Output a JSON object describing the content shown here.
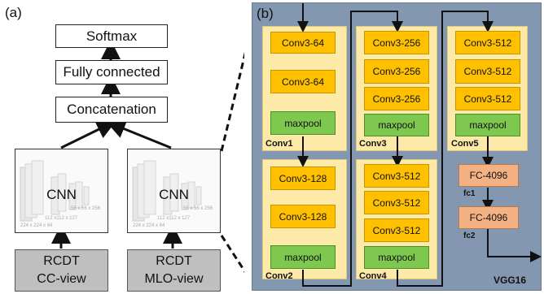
{
  "panel_a": {
    "label": "(a)",
    "softmax": "Softmax",
    "fully_connected": "Fully connected",
    "concatenation": "Concatenation",
    "cnn_left": "CNN",
    "cnn_right": "CNN",
    "left_dims": {
      "d1": "224 x 224 x 64",
      "d2": "112 x112 x 127",
      "d3": "56 x 56 x 256"
    },
    "right_dims": {
      "d1": "224 x 224 x 64",
      "d2": "112 x112 x 127",
      "d3": "56 x 56 x 256"
    },
    "input_left": {
      "line1": "RCDT",
      "line2": "CC-view"
    },
    "input_right": {
      "line1": "RCDT",
      "line2": "MLO-view"
    }
  },
  "panel_b": {
    "label": "(b)",
    "title": "VGG16",
    "groups": {
      "conv1": {
        "name": "Conv1",
        "blocks": [
          "Conv3-64",
          "Conv3-64",
          "maxpool"
        ]
      },
      "conv2": {
        "name": "Conv2",
        "blocks": [
          "Conv3-128",
          "Conv3-128",
          "maxpool"
        ]
      },
      "conv3": {
        "name": "Conv3",
        "blocks": [
          "Conv3-256",
          "Conv3-256",
          "Conv3-256",
          "maxpool"
        ]
      },
      "conv4": {
        "name": "Conv4",
        "blocks": [
          "Conv3-512",
          "Conv3-512",
          "Conv3-512",
          "maxpool"
        ]
      },
      "conv5": {
        "name": "Conv5",
        "blocks": [
          "Conv3-512",
          "Conv3-512",
          "Conv3-512",
          "maxpool"
        ]
      }
    },
    "fc1": {
      "block": "FC-4096",
      "name": "fc1"
    },
    "fc2": {
      "block": "FC-4096",
      "name": "fc2"
    }
  },
  "colors": {
    "panel_b_bg": "#8497b0",
    "group_bg": "#fde9a8",
    "conv_block": "#ffc000",
    "maxpool_block": "#7ec850",
    "fc_block": "#f4b183",
    "input_box": "#bfbfbf"
  }
}
